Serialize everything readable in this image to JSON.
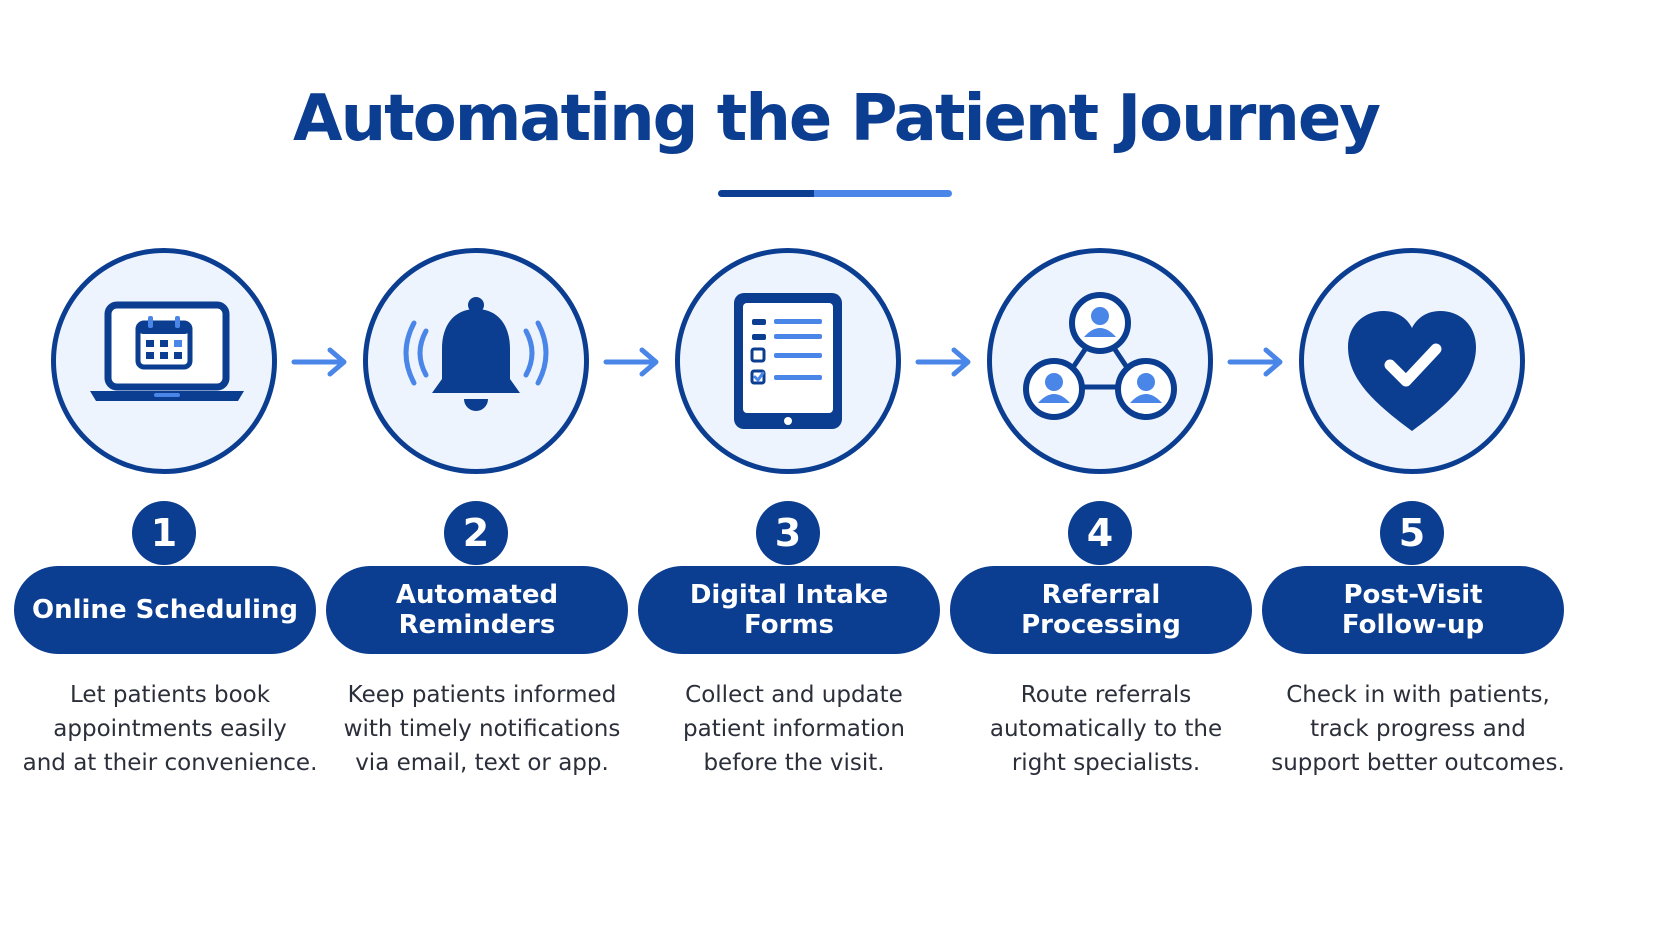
{
  "title": "Automating the Patient Journey",
  "colors": {
    "primary": "#0b3d91",
    "accent": "#4a86e8",
    "circle_fill": "#eef4fd"
  },
  "steps": [
    {
      "number": "1",
      "label": "Online Scheduling",
      "icon": "laptop-calendar-icon",
      "description": "Let patients book\nappointments easily\nand at their convenience."
    },
    {
      "number": "2",
      "label": "Automated\nReminders",
      "icon": "bell-icon",
      "description": "Keep patients informed\nwith timely notifications\nvia email, text or app."
    },
    {
      "number": "3",
      "label": "Digital Intake\nForms",
      "icon": "tablet-checklist-icon",
      "description": "Collect and update\npatient information\nbefore the visit."
    },
    {
      "number": "4",
      "label": "Referral\nProcessing",
      "icon": "referral-network-icon",
      "description": "Route referrals\nautomatically to the\nright specialists."
    },
    {
      "number": "5",
      "label": "Post-Visit\nFollow-up",
      "icon": "heart-check-icon",
      "description": "Check in with patients,\ntrack progress and\nsupport better outcomes."
    }
  ]
}
